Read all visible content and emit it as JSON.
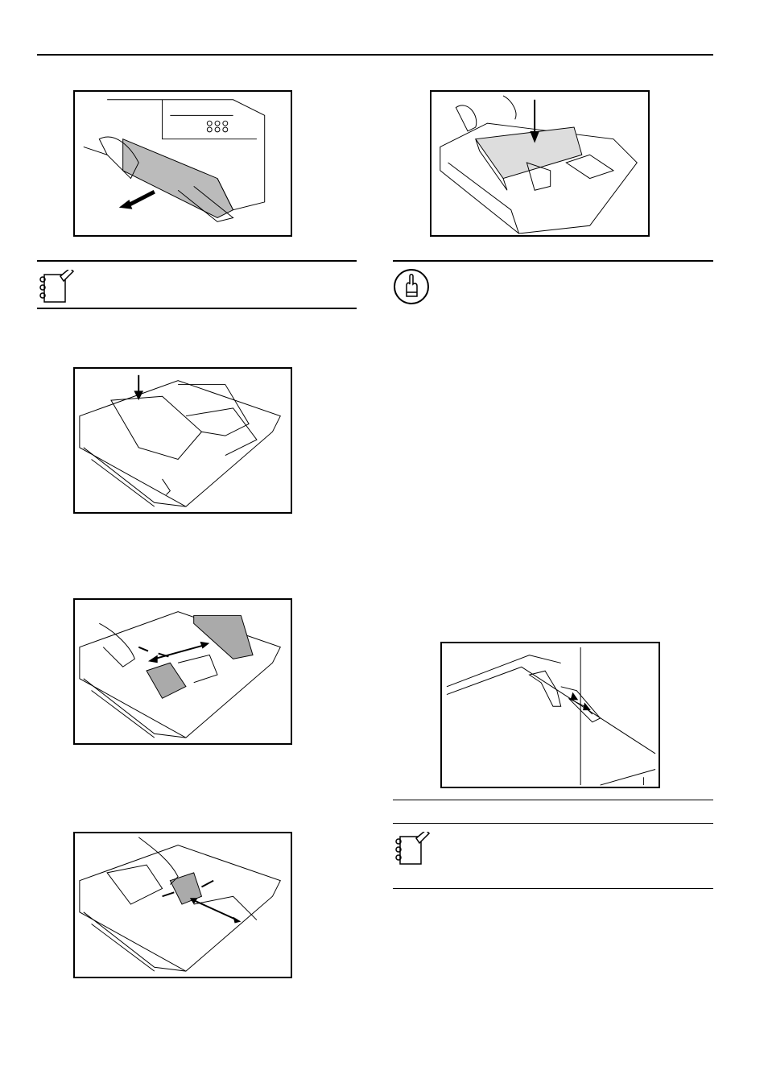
{
  "page": {
    "figures": [
      {
        "id": "fig-pull-out-drawer",
        "icon": "drawer-pull-illustration"
      },
      {
        "id": "fig-press-bottom-plate",
        "icon": "bottom-plate-illustration"
      },
      {
        "id": "fig-adjust-width-guides",
        "icon": "width-guide-illustration"
      },
      {
        "id": "fig-adjust-length-guide",
        "icon": "length-guide-illustration"
      },
      {
        "id": "fig-load-paper",
        "icon": "load-paper-illustration"
      },
      {
        "id": "fig-paper-limit-mark",
        "icon": "limit-mark-illustration"
      }
    ],
    "notes": [
      {
        "id": "note-1",
        "icon": "note-pad-icon"
      },
      {
        "id": "important-1",
        "icon": "pointing-hand-icon"
      },
      {
        "id": "note-2",
        "icon": "note-pad-icon"
      }
    ],
    "text_blocks": []
  }
}
